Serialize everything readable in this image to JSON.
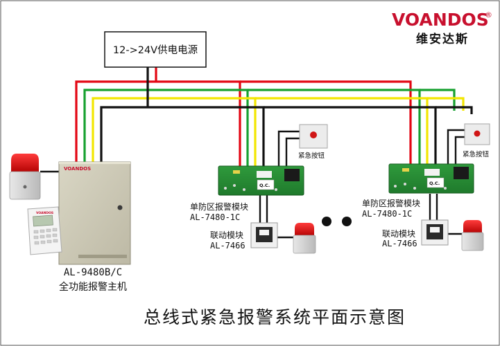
{
  "brand": {
    "name": "VOANDOS",
    "registered": "®",
    "chinese": "维安达斯",
    "color": "#c8102e"
  },
  "power_supply": {
    "label": "12->24V供电电源"
  },
  "panel": {
    "logo": "VOANDOS",
    "model": "AL-9480B/C",
    "name": "全功能报警主机"
  },
  "keypad": {
    "logo": "VOANDOS"
  },
  "zone_1": {
    "module_name": "单防区报警模块",
    "module_model": "AL-7480-1C",
    "button_label": "紧急按钮",
    "relay_name": "联动模块",
    "relay_model": "AL-7466",
    "qc": "Q.C."
  },
  "zone_2": {
    "module_name": "单防区报警模块",
    "module_model": "AL-7480-1C",
    "button_label": "紧急按钮",
    "relay_name": "联动模块",
    "relay_model": "AL-7466",
    "qc": "Q.C."
  },
  "title": "总线式紧急报警系统平面示意图",
  "wire_colors": {
    "red": "#e30613",
    "green": "#16a02f",
    "yellow": "#f2e600",
    "black": "#111111"
  }
}
